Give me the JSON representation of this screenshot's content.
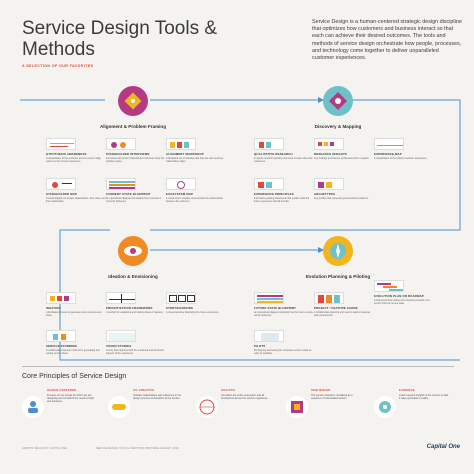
{
  "header": {
    "title": "Service Design Tools & Methods",
    "subtitle": "A SELECTION OF OUR FAVORITES",
    "intro": "Service Design is a human-centered strategic design discipline that optimizes how customers and business interact so that each can achieve their desired outcomes. The tools and methods of service design orchestrate how people, processes, and technology come together to deliver unparalleled customer experiences."
  },
  "stages": [
    {
      "label": "Alignment & Problem Framing",
      "color": "#b63a83",
      "icon": "pen-nib-icon"
    },
    {
      "label": "Discovery & Mapping",
      "color": "#6fc0c9",
      "icon": "diamond-icon"
    },
    {
      "label": "Ideation & Envisioning",
      "color": "#f08a24",
      "icon": "eye-icon"
    },
    {
      "label": "Evolution Planning & Piloting",
      "color": "#f2b51d",
      "icon": "compass-icon"
    }
  ],
  "methods": {
    "alignment": [
      {
        "name": "HYPOTHESIS AWARENESS",
        "desc": "A visualization of the customer journey used to align teams on the current experience."
      },
      {
        "name": "STAKEHOLDER INTERVIEWS",
        "desc": "Interviews with project stakeholders that help clarify the problem space."
      },
      {
        "name": "ALIGNMENT WORKSHOP",
        "desc": "A facilitated set of activities that help the team and key stakeholders align."
      },
      {
        "name": "STAKEHOLDER MAP",
        "desc": "A visual diagram of project stakeholders, their roles, and their relationship."
      },
      {
        "name": "CURRENT STATE BLUEPRINT",
        "desc": "An operational diagram that depicts how a service is currently delivered."
      },
      {
        "name": "ECOSYSTEM MAP",
        "desc": "A visual tool to visually communicate the relationships between the customer."
      }
    ],
    "discovery": [
      {
        "name": "QUALITATIVE RESEARCH",
        "desc": "In-depth research typically interviews to learn about the customers."
      },
      {
        "name": "RESEARCH INSIGHTS",
        "desc": "Key findings and themes synthesized from research."
      },
      {
        "name": "EXPERIENCE MAP",
        "desc": "A visualization of the holistic customer experience."
      },
      {
        "name": "EXPERIENCE PRINCIPLES",
        "desc": "Informative guiding statements that explain what the future experience should feel like."
      },
      {
        "name": "ARCHETYPES",
        "desc": "Key profiles that represent group behavior patterns."
      }
    ],
    "ideation": [
      {
        "name": "IDEATION",
        "desc": "A facilitated process to generate many concepts and ideas."
      },
      {
        "name": "PRIORITIZATION FRAMEWORK",
        "desc": "A method for evaluating and ranking ideas or features."
      },
      {
        "name": "STORYBOARDING",
        "desc": "A visual narrative illustrating the future experience."
      },
      {
        "name": "SERVICE STORMING",
        "desc": "A collaborative hand-on method for generating and testing service ideas."
      },
      {
        "name": "VISION STORIES",
        "desc": "A story that captures both the emotional and functional aspects of the experience."
      }
    ],
    "evolution": [
      {
        "name": "FUTURE STATE BLUEPRINT",
        "desc": "An operational diagram depicting how the future service will be delivered."
      },
      {
        "name": "PROJECT / FEATURE CARDS",
        "desc": "A collaborative planning tool used to capture features and requirements."
      },
      {
        "name": "EVOLUTION PLAN OR ROADMAP",
        "desc": "A framework that outlines the intended evolution of a service from its current state."
      },
      {
        "name": "PILOTS",
        "desc": "Prototyping and testing the complete service model as early as possible."
      }
    ]
  },
  "principles": {
    "title": "Core Principles of Service Design",
    "items": [
      {
        "name": "HUMAN CENTERED",
        "desc": "Focuses on the people for whom we are designing and considers the needs of staff and business."
      },
      {
        "name": "CO-CREATIVE",
        "desc": "Includes stakeholders and customers in the design process and ideation of the service."
      },
      {
        "name": "HOLISTIC",
        "desc": "Considers the entire ecosystem and all touchpoints across the service experience."
      },
      {
        "name": "SEQUENCED",
        "desc": "The service should be visualized as a sequence of interrelated actions."
      },
      {
        "name": "EVIDENCE",
        "desc": "Links research insights to the service so that it stays grounded in reality."
      }
    ]
  },
  "footer": {
    "left": "GRAPHIC DESIGN BY CAPITAL ONE",
    "center": "SERVICE DESIGN TOOLS & METHODS PRINTABLE",
    "date": "JANUARY 2019",
    "logo": "Capital One"
  },
  "colors": {
    "accent": "#e8443a",
    "path": "#4a8fd0",
    "magenta": "#b63a83",
    "teal": "#6fc0c9",
    "orange": "#f08a24",
    "yellow": "#f2b51d"
  }
}
